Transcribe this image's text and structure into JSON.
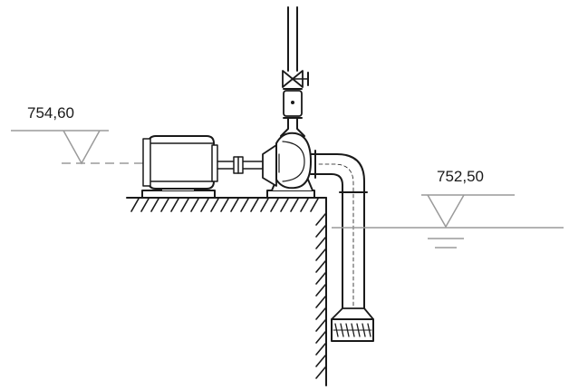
{
  "elevations": {
    "upstream_level": "754,60",
    "downstream_level": "752,50"
  },
  "colors": {
    "ink": "#1a1a1a",
    "water_line": "#9a9a9a",
    "background": "#ffffff"
  },
  "icons": [
    "water-level-triangle",
    "hatch-ground",
    "valve",
    "strainer"
  ]
}
